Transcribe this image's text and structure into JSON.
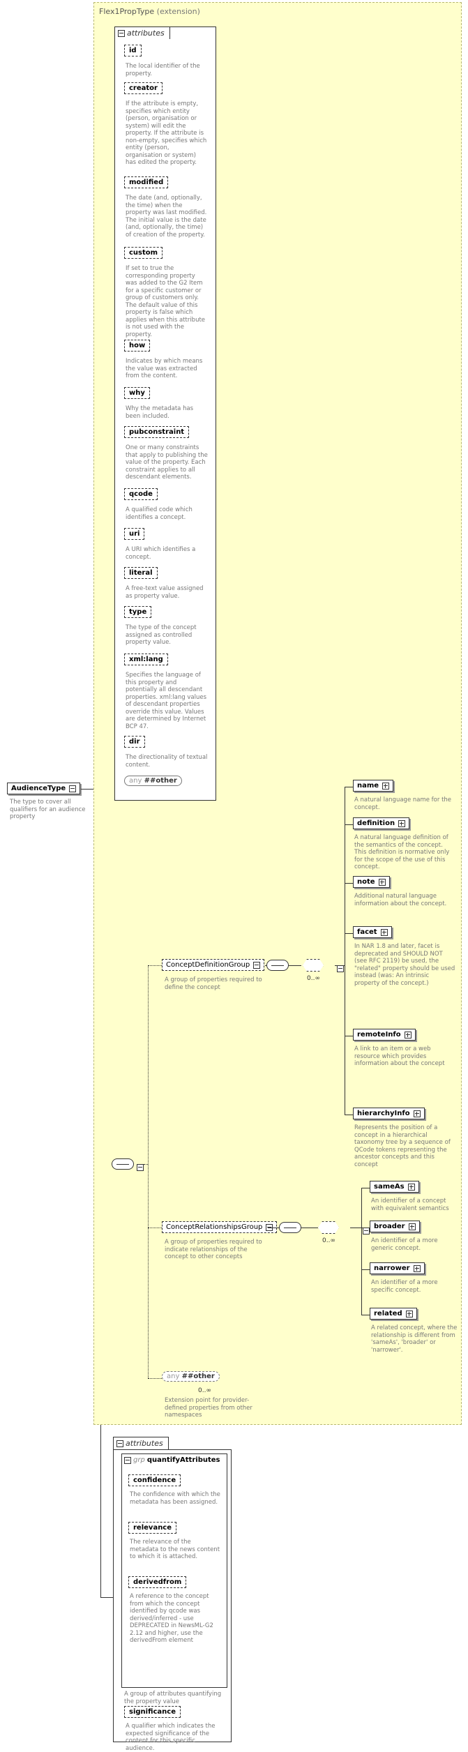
{
  "root": {
    "name": "AudienceType",
    "description": "The type to cover all qualifiers for an audience property"
  },
  "extension": {
    "type_name": "Flex1PropType",
    "suffix": "(extension)"
  },
  "attributes_label": "attributes",
  "flex_attributes": [
    {
      "name": "id",
      "description": "The local identifier of the property."
    },
    {
      "name": "creator",
      "description": "If the attribute is empty, specifies which entity (person, organisation or system) will edit the property. If the attribute is non-empty, specifies which entity (person, organisation or system) has edited the property."
    },
    {
      "name": "modified",
      "description": "The date (and, optionally, the time) when the property was last modified. The initial value is the date (and, optionally, the time) of creation of the property."
    },
    {
      "name": "custom",
      "description": "If set to true the corresponding property was added to the G2 Item for a specific customer or group of customers only. The default value of this property is false which applies when this attribute is not used with the property."
    },
    {
      "name": "how",
      "description": "Indicates by which means the value was extracted from the content."
    },
    {
      "name": "why",
      "description": "Why the metadata has been included."
    },
    {
      "name": "pubconstraint",
      "description": "One or many constraints that apply to publishing the value of the property. Each constraint applies to all descendant elements."
    },
    {
      "name": "qcode",
      "description": "A qualified code which identifies a concept."
    },
    {
      "name": "uri",
      "description": "A URI which identifies a concept."
    },
    {
      "name": "literal",
      "description": "A free-text value assigned as property value."
    },
    {
      "name": "type",
      "description": "The type of the concept assigned as controlled property value."
    },
    {
      "name": "xml:lang",
      "description": "Specifies the language of this property and potentially all descendant properties. xml:lang values of descendant properties override this value. Values are determined by Internet BCP 47."
    },
    {
      "name": "dir",
      "description": "The directionality of textual content."
    }
  ],
  "any_other": {
    "any": "any",
    "ns": "##other"
  },
  "concept_definition_group": {
    "name": "ConceptDefinitionGroup",
    "description": "A group of properties required to define the concept",
    "cardinality": "0..∞",
    "elements": [
      {
        "name": "name",
        "description": "A natural language name for the concept."
      },
      {
        "name": "definition",
        "description": "A natural language definition of the semantics of the concept. This definition is normative only for the scope of the use of this concept."
      },
      {
        "name": "note",
        "description": "Additional natural language information about the concept."
      },
      {
        "name": "facet",
        "description": "In NAR 1.8 and later, facet is deprecated and SHOULD NOT (see RFC 2119) be used, the \"related\" property should be used instead (was: An intrinsic property of the concept.)"
      },
      {
        "name": "remoteInfo",
        "description": "A link to an item or a web resource which provides information about the concept"
      },
      {
        "name": "hierarchyInfo",
        "description": "Represents the position of a concept in a hierarchical taxonomy tree by a sequence of QCode tokens representing the ancestor concepts and this concept"
      }
    ]
  },
  "concept_relationships_group": {
    "name": "ConceptRelationshipsGroup",
    "description": "A group of properties required to indicate relationships of the concept to other concepts",
    "cardinality": "0..∞",
    "elements": [
      {
        "name": "sameAs",
        "description": "An identifier of a concept with equivalent semantics"
      },
      {
        "name": "broader",
        "description": "An identifier of a more generic concept."
      },
      {
        "name": "narrower",
        "description": "An identifier of a more specific concept."
      },
      {
        "name": "related",
        "description": "A related concept, where the relationship is different from 'sameAs', 'broader' or 'narrower'."
      }
    ]
  },
  "extension_point": {
    "any": "any",
    "ns": "##other",
    "cardinality": "0..∞",
    "description": "Extension point for provider-defined properties from other namespaces"
  },
  "quantify": {
    "grp_prefix": "grp",
    "name": "quantifyAttributes",
    "description": "A group of attributes quantifying the property value",
    "attributes": [
      {
        "name": "confidence",
        "description": "The confidence with which the metadata has been assigned."
      },
      {
        "name": "relevance",
        "description": "The relevance of the metadata to the news content to which it is attached."
      },
      {
        "name": "derivedfrom",
        "description": "A reference to the concept from which the concept identified by qcode was derived/inferred - use DEPRECATED in NewsML-G2 2.12 and higher, use the derivedFrom element"
      }
    ]
  },
  "significance": {
    "name": "significance",
    "description": "A qualifier which indicates the expected significance of the content for this specific audience."
  }
}
